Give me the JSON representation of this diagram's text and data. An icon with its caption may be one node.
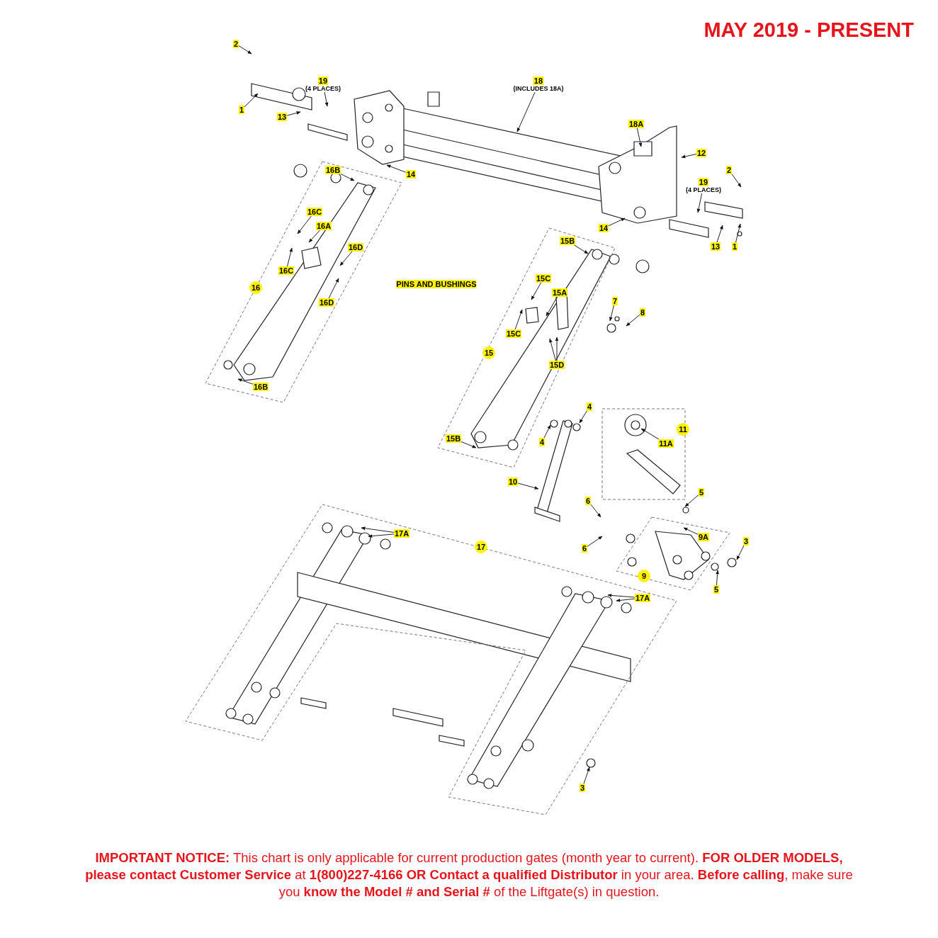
{
  "diagram": {
    "title": "MAY 2019 - PRESENT",
    "nodes": [
      {
        "text": [
          "2"
        ]
      },
      {
        "text": [
          "1"
        ]
      },
      {
        "text": [
          "19",
          "(4 PLACES)"
        ]
      },
      {
        "text": [
          "13"
        ]
      },
      {
        "text": [
          "18",
          "(INCLUDES 18A)"
        ]
      },
      {
        "text": [
          "18A"
        ]
      },
      {
        "text": [
          "14"
        ]
      },
      {
        "text": [
          "12"
        ]
      },
      {
        "text": [
          "2"
        ]
      },
      {
        "text": [
          "19",
          "(4 PLACES)"
        ]
      },
      {
        "text": [
          "14"
        ]
      },
      {
        "text": [
          "13"
        ]
      },
      {
        "text": [
          "1"
        ]
      },
      {
        "text": [
          "16B"
        ]
      },
      {
        "text": [
          "16C"
        ]
      },
      {
        "text": [
          "16A"
        ]
      },
      {
        "text": [
          "16D"
        ]
      },
      {
        "text": [
          "16C"
        ]
      },
      {
        "text": [
          "16D"
        ]
      },
      {
        "text": [
          "16B"
        ]
      },
      {
        "text": [
          "15B"
        ]
      },
      {
        "text": [
          "15C"
        ]
      },
      {
        "text": [
          "15A"
        ]
      },
      {
        "text": [
          "7"
        ]
      },
      {
        "text": [
          "8"
        ]
      },
      {
        "text": [
          "15C"
        ]
      },
      {
        "text": [
          "15D"
        ]
      },
      {
        "text": [
          "15B"
        ]
      },
      {
        "text": [
          "4"
        ]
      },
      {
        "text": [
          "4"
        ]
      },
      {
        "text": [
          "11A"
        ]
      },
      {
        "text": [
          "10"
        ]
      },
      {
        "text": [
          "5"
        ]
      },
      {
        "text": [
          "6"
        ]
      },
      {
        "text": [
          "9A"
        ]
      },
      {
        "text": [
          "3"
        ]
      },
      {
        "text": [
          "6"
        ]
      },
      {
        "text": [
          "5"
        ]
      },
      {
        "text": [
          "17A"
        ]
      },
      {
        "text": [
          "17A"
        ]
      },
      {
        "text": [
          "3"
        ]
      }
    ],
    "edges": [
      {
        "from": 0,
        "to": null,
        "arrow": "to"
      },
      {
        "from": 1,
        "to": null,
        "arrow": "to"
      },
      {
        "from": 2,
        "to": null,
        "arrow": "to"
      },
      {
        "from": 3,
        "to": null,
        "arrow": "to"
      },
      {
        "from": 4,
        "to": null,
        "arrow": "to"
      },
      {
        "from": 5,
        "to": null,
        "arrow": "to"
      },
      {
        "from": 6,
        "to": null,
        "arrow": "to"
      },
      {
        "from": 7,
        "to": null,
        "arrow": "to"
      },
      {
        "from": 8,
        "to": null,
        "arrow": "to"
      },
      {
        "from": 9,
        "to": null,
        "arrow": "to"
      },
      {
        "from": 10,
        "to": null,
        "arrow": "to"
      },
      {
        "from": 11,
        "to": null,
        "arrow": "to"
      },
      {
        "from": 12,
        "to": null,
        "arrow": "to"
      },
      {
        "from": 13,
        "to": null,
        "arrow": "to"
      },
      {
        "from": 14,
        "to": null,
        "arrow": "to"
      },
      {
        "from": 15,
        "to": null,
        "arrow": "to"
      },
      {
        "from": 16,
        "to": null,
        "arrow": "to"
      },
      {
        "from": 17,
        "to": null,
        "arrow": "to"
      },
      {
        "from": 18,
        "to": null,
        "arrow": "to"
      },
      {
        "from": 19,
        "to": null,
        "arrow": "to"
      },
      {
        "from": 20,
        "to": null,
        "arrow": "to"
      },
      {
        "from": 21,
        "to": null,
        "arrow": "to"
      },
      {
        "from": 22,
        "to": null,
        "arrow": "to"
      },
      {
        "from": 23,
        "to": null,
        "arrow": "to"
      },
      {
        "from": 24,
        "to": null,
        "arrow": "to"
      },
      {
        "from": 25,
        "to": null,
        "arrow": "to"
      },
      {
        "from": 26,
        "to": null,
        "arrow": "to"
      },
      {
        "from": 26,
        "to": null,
        "arrow": "to"
      },
      {
        "from": 27,
        "to": null,
        "arrow": "to"
      },
      {
        "from": 28,
        "to": null,
        "arrow": "to"
      },
      {
        "from": 29,
        "to": null,
        "arrow": "to"
      },
      {
        "from": 30,
        "to": null,
        "arrow": "to"
      },
      {
        "from": 31,
        "to": null,
        "arrow": "to"
      },
      {
        "from": 32,
        "to": null,
        "arrow": "to"
      },
      {
        "from": 33,
        "to": null,
        "arrow": "to"
      },
      {
        "from": 34,
        "to": null,
        "arrow": "to"
      },
      {
        "from": 35,
        "to": null,
        "arrow": "to"
      },
      {
        "from": 36,
        "to": null,
        "arrow": "to"
      },
      {
        "from": 37,
        "to": null,
        "arrow": "to"
      },
      {
        "from": 38,
        "to": null,
        "arrow": "to"
      },
      {
        "from": 38,
        "to": null,
        "arrow": "to"
      },
      {
        "from": 39,
        "to": null,
        "arrow": "to"
      },
      {
        "from": 39,
        "to": null,
        "arrow": "to"
      },
      {
        "from": 40,
        "to": null,
        "arrow": "to"
      }
    ],
    "labels": [
      "PINS AND BUSHINGS",
      "16",
      "15",
      "11",
      "9",
      "17",
      "**IMPORTANT NOTICE:** This chart is only applicable for current production gates (month year to current). **FOR OLDER MODELS, please contact Customer Service** at **1(800)227-4166 OR Contact a qualified Distributor** in your area. **Before calling**, make sure you **know the Model # and Serial #** of the Liftgate(s) in question."
    ]
  }
}
